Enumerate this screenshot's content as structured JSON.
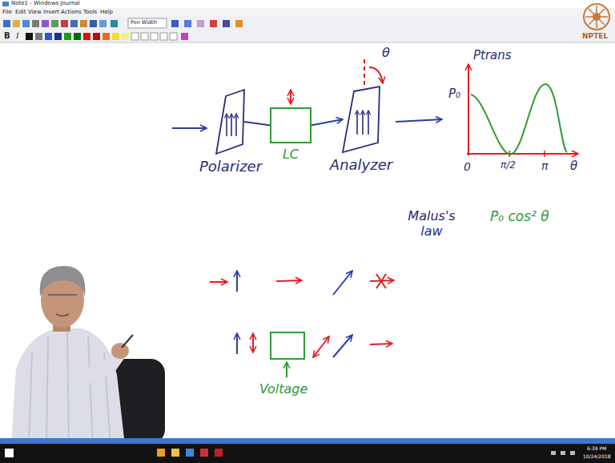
{
  "diagram": {
    "nodes": [
      {
        "text": [
          "Polarizer"
        ]
      },
      {
        "text": [
          "LC"
        ]
      },
      {
        "text": [
          "Analyzer"
        ]
      }
    ],
    "edges": [
      {
        "from": 0,
        "to": 1,
        "arrow": "none"
      },
      {
        "from": 1,
        "to": 2,
        "arrow": "to"
      }
    ],
    "labels": [
      "Note1 - Windows Journal",
      "File",
      "Edit",
      "View",
      "Insert",
      "Actions",
      "Tools",
      "Help",
      "Pen Width",
      "B",
      "I",
      "NPTEL",
      "θ",
      "Ptrans",
      "P₀",
      "0",
      "π/2",
      "π",
      "θ",
      "Malus's law",
      "P₀ cos² θ",
      "Voltage",
      "6:39 PM",
      "10/24/2018"
    ]
  }
}
